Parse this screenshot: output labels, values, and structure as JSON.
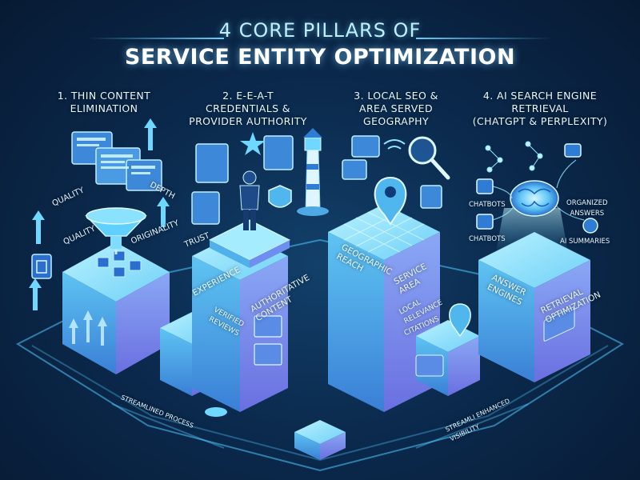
{
  "title": {
    "line1": "4 CORE PILLARS OF",
    "line2": "SERVICE ENTITY OPTIMIZATION"
  },
  "pillars": [
    {
      "heading": [
        "1. THIN CONTENT",
        "ELIMINATION"
      ]
    },
    {
      "heading": [
        "2. E-E-A-T",
        "CREDENTIALS &",
        "PROVIDER AUTHORITY"
      ]
    },
    {
      "heading": [
        "3. LOCAL SEO &",
        "AREA SERVED",
        "GEOGRAPHY"
      ]
    },
    {
      "heading": [
        "4. AI SEARCH ENGINE",
        "RETRIEVAL",
        "(CHATGPT & PERPLEXITY)"
      ]
    }
  ],
  "labels": {
    "quality_top": "QUALITY",
    "depth": "DEPTH",
    "quality_bottom": "QUALITY",
    "originality": "ORIGINALITY",
    "trust": "TRUST",
    "experience": "EXPERIENCE",
    "authoritative": [
      "AUTHORITATIVE",
      "CONTENT"
    ],
    "verified": [
      "VERIFIED",
      "REVIEWS"
    ],
    "geographic": [
      "GEOGRAPHIC",
      "REACH"
    ],
    "service_area": [
      "SERVICE",
      "AREA"
    ],
    "local_relevance": [
      "LOCAL",
      "RELEVANCE"
    ],
    "citations": "CITATIONS",
    "chatbots_1": "CHATBOTS",
    "chatbots_2": "CHATBOTS",
    "organized": [
      "ORGANIZED",
      "ANSWERS"
    ],
    "ai_summaries": "AI SUMMARIES",
    "answer_engines": [
      "ANSWER",
      "ENGINES"
    ],
    "retrieval_opt": [
      "RETRIEVAL",
      "OPTIMIZATION"
    ],
    "streamlined": "STREAMLINED PROCESS",
    "enhanced": [
      "STREAMLI ENHANCED",
      "VISIBILITY"
    ]
  },
  "colors": {
    "cube_top": "#8fe6ff",
    "cube_left": "#3fa0e0",
    "cube_right": "#5d7fe6",
    "accent": "#5fd4ff",
    "background": "#0b2a4e"
  }
}
